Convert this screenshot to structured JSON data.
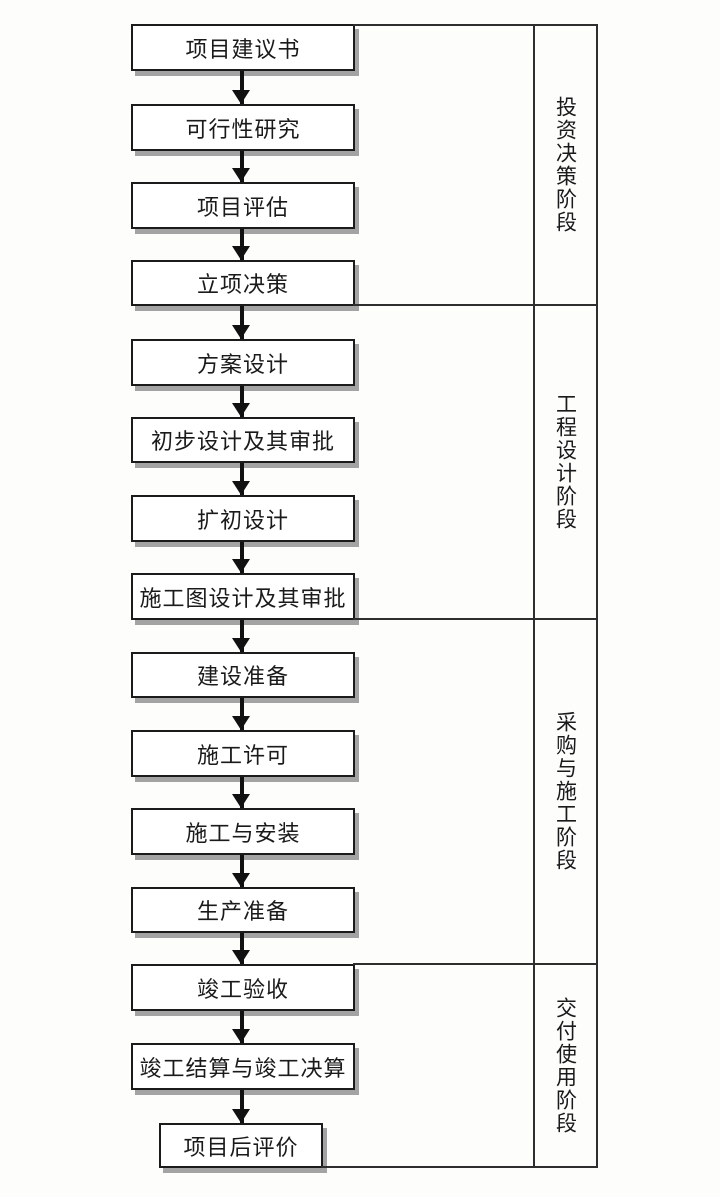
{
  "colors": {
    "background": "#fdfdfc",
    "box_fill": "#ffffff",
    "box_border": "#1b1b1b",
    "box_shadow": "#a3a3a3",
    "line": "#2e2e2e",
    "arrow": "#111111",
    "text": "#1a1a1a"
  },
  "flow": {
    "steps": [
      {
        "label": "项目建议书"
      },
      {
        "label": "可行性研究"
      },
      {
        "label": "项目评估"
      },
      {
        "label": "立项决策"
      },
      {
        "label": "方案设计"
      },
      {
        "label": "初步设计及其审批"
      },
      {
        "label": "扩初设计"
      },
      {
        "label": "施工图设计及其审批"
      },
      {
        "label": "建设准备"
      },
      {
        "label": "施工许可"
      },
      {
        "label": "施工与安装"
      },
      {
        "label": "生产准备"
      },
      {
        "label": "竣工验收"
      },
      {
        "label": "竣工结算与竣工决算"
      },
      {
        "label": "项目后评价"
      }
    ]
  },
  "phases": [
    {
      "label": "投资决策阶段"
    },
    {
      "label": "工程设计阶段"
    },
    {
      "label": "采购与施工阶段"
    },
    {
      "label": "交付使用阶段"
    }
  ]
}
